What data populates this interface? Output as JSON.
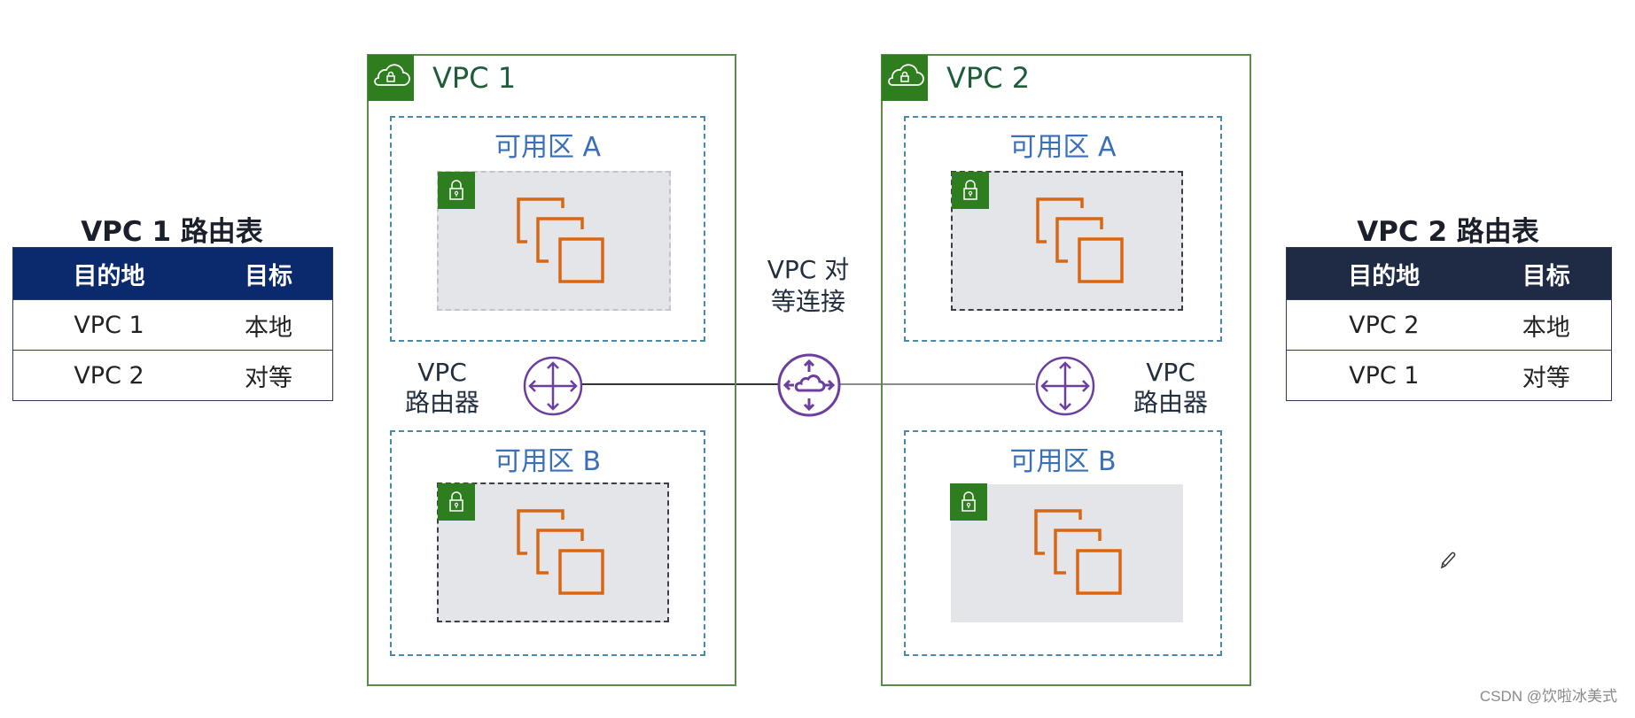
{
  "colors": {
    "vpc1_header": "#0b2a6e",
    "vpc2_header": "#1f2a44",
    "vpc_border": "#5c8a4a",
    "vpc_badge": "#2e7d1e",
    "az_border": "#4a8aa8",
    "az_label": "#3b6fb6",
    "instance_orange": "#d86613",
    "router_purple": "#6b3fa0"
  },
  "route_tables": [
    {
      "title": "VPC 1 路由表",
      "headers": [
        "目的地",
        "目标"
      ],
      "rows": [
        [
          "VPC 1",
          "本地"
        ],
        [
          "VPC 2",
          "对等"
        ]
      ]
    },
    {
      "title": "VPC 2 路由表",
      "headers": [
        "目的地",
        "目标"
      ],
      "rows": [
        [
          "VPC 2",
          "本地"
        ],
        [
          "VPC 1",
          "对等"
        ]
      ]
    }
  ],
  "vpcs": [
    {
      "label": "VPC 1",
      "router_label_line1": "VPC",
      "router_label_line2": "路由器",
      "zones": [
        {
          "label": "可用区 A"
        },
        {
          "label": "可用区 B"
        }
      ]
    },
    {
      "label": "VPC 2",
      "router_label_line1": "VPC",
      "router_label_line2": "路由器",
      "zones": [
        {
          "label": "可用区 A"
        },
        {
          "label": "可用区 B"
        }
      ]
    }
  ],
  "peering": {
    "label_line1": "VPC 对",
    "label_line2": "等连接",
    "icon": "peering-cloud-icon"
  },
  "icons": {
    "vpc_badge": "cloud-lock-icon",
    "subnet_badge": "padlock-icon",
    "instances": "ec2-instances-icon",
    "router": "router-arrows-icon",
    "annotation": "pencil-icon"
  },
  "watermark": "CSDN @饮啦冰美式"
}
